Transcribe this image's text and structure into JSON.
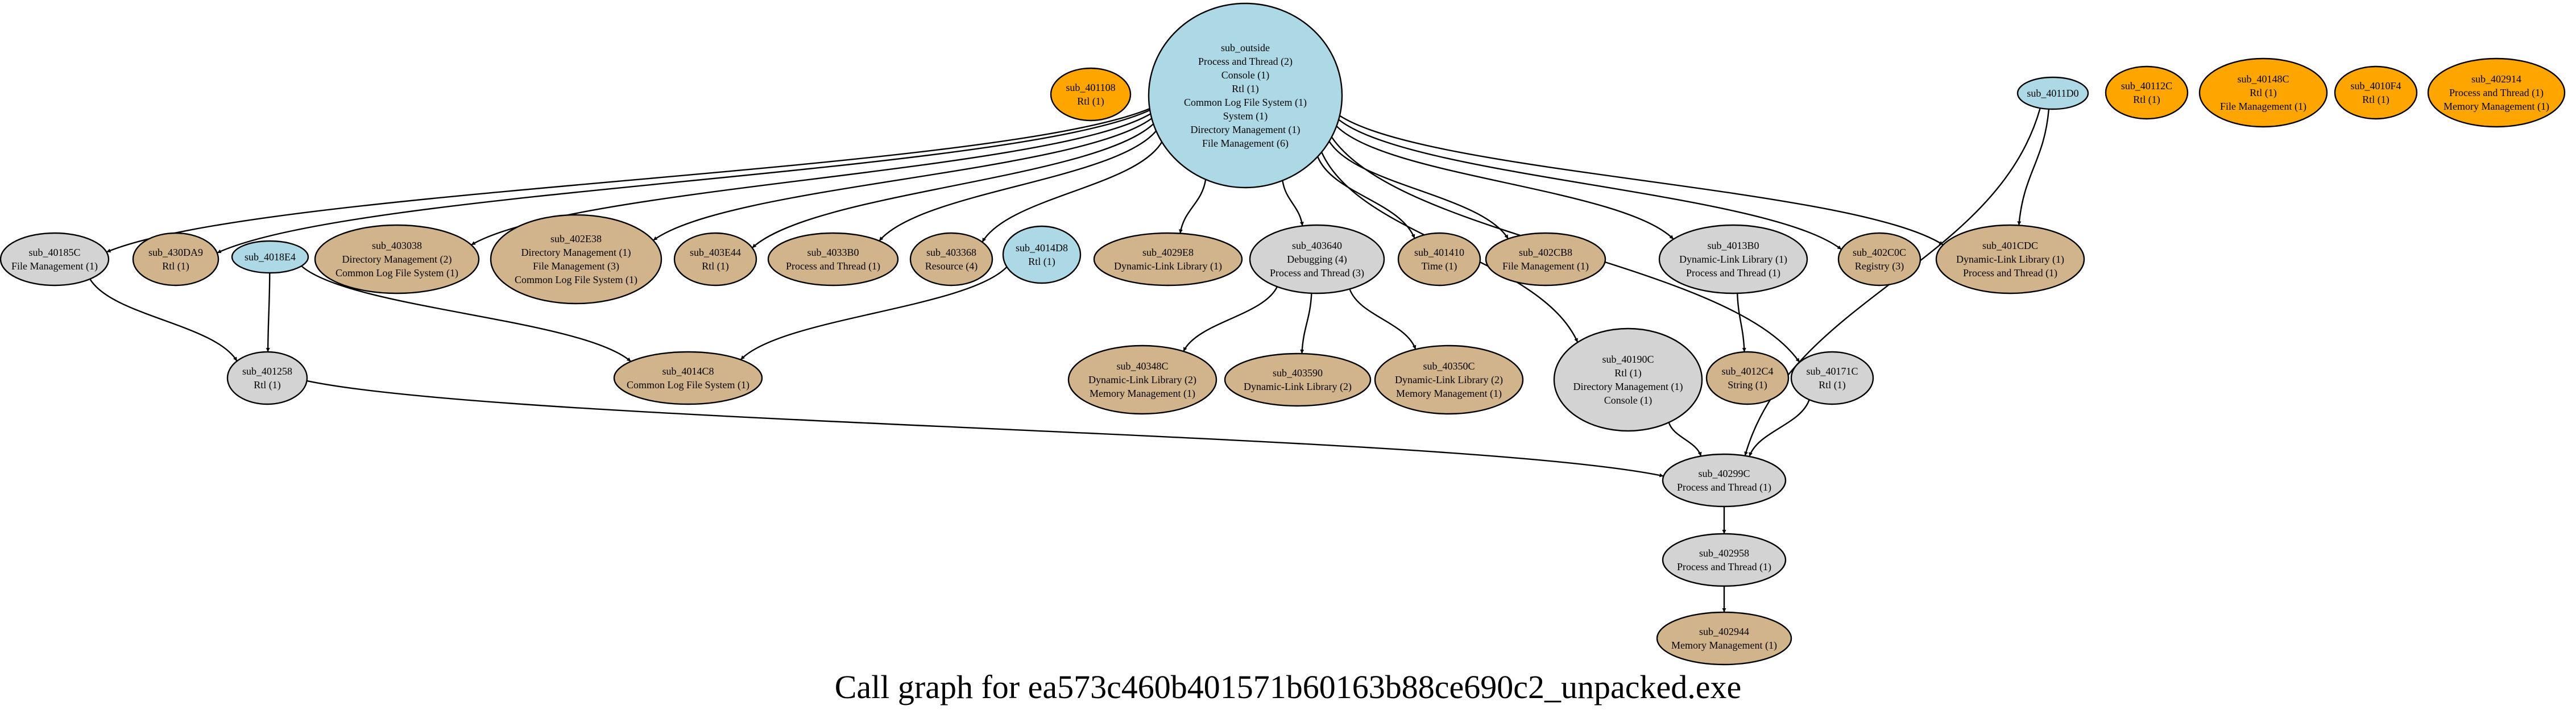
{
  "caption": "Call graph for ea573c460b401571b60163b88ce690c2_unpacked.exe",
  "colors": {
    "blue": "#add8e6",
    "tan": "#d2b48c",
    "gray": "#d3d3d3",
    "orange": "#ffa500",
    "stroke": "#000000"
  },
  "nodes": {
    "sub_outside": {
      "title": "sub_outside",
      "color": "blue",
      "lines": [
        "Process and Thread (2)",
        "Console (1)",
        "Rtl (1)",
        "Common Log File System (1)",
        "System (1)",
        "Directory Management (1)",
        "File Management (6)"
      ]
    },
    "sub_401108": {
      "title": "sub_401108",
      "color": "orange",
      "lines": [
        "Rtl (1)"
      ]
    },
    "sub_4011D0": {
      "title": "sub_4011D0",
      "color": "blue",
      "lines": []
    },
    "sub_40112C": {
      "title": "sub_40112C",
      "color": "orange",
      "lines": [
        "Rtl (1)"
      ]
    },
    "sub_40148C": {
      "title": "sub_40148C",
      "color": "orange",
      "lines": [
        "Rtl (1)",
        "File Management (1)"
      ]
    },
    "sub_4010F4": {
      "title": "sub_4010F4",
      "color": "orange",
      "lines": [
        "Rtl (1)"
      ]
    },
    "sub_402914": {
      "title": "sub_402914",
      "color": "orange",
      "lines": [
        "Process and Thread (1)",
        "Memory Management (1)"
      ]
    },
    "sub_40185C": {
      "title": "sub_40185C",
      "color": "gray",
      "lines": [
        "File Management (1)"
      ]
    },
    "sub_430DA9": {
      "title": "sub_430DA9",
      "color": "tan",
      "lines": [
        "Rtl (1)"
      ]
    },
    "sub_4018E4": {
      "title": "sub_4018E4",
      "color": "blue",
      "lines": []
    },
    "sub_403038": {
      "title": "sub_403038",
      "color": "tan",
      "lines": [
        "Directory Management (2)",
        "Common Log File System (1)"
      ]
    },
    "sub_402E38": {
      "title": "sub_402E38",
      "color": "tan",
      "lines": [
        "Directory Management (1)",
        "File Management (3)",
        "Common Log File System (1)"
      ]
    },
    "sub_403E44": {
      "title": "sub_403E44",
      "color": "tan",
      "lines": [
        "Rtl (1)"
      ]
    },
    "sub_4033B0": {
      "title": "sub_4033B0",
      "color": "tan",
      "lines": [
        "Process and Thread (1)"
      ]
    },
    "sub_403368": {
      "title": "sub_403368",
      "color": "tan",
      "lines": [
        "Resource (4)"
      ]
    },
    "sub_4014D8": {
      "title": "sub_4014D8",
      "color": "blue",
      "lines": [
        "Rtl (1)"
      ]
    },
    "sub_4029E8": {
      "title": "sub_4029E8",
      "color": "tan",
      "lines": [
        "Dynamic-Link Library (1)"
      ]
    },
    "sub_403640": {
      "title": "sub_403640",
      "color": "gray",
      "lines": [
        "Debugging (4)",
        "Process and Thread (3)"
      ]
    },
    "sub_401410": {
      "title": "sub_401410",
      "color": "tan",
      "lines": [
        "Time (1)"
      ]
    },
    "sub_402CB8": {
      "title": "sub_402CB8",
      "color": "tan",
      "lines": [
        "File Management (1)"
      ]
    },
    "sub_4013B0": {
      "title": "sub_4013B0",
      "color": "gray",
      "lines": [
        "Dynamic-Link Library (1)",
        "Process and Thread (1)"
      ]
    },
    "sub_402C0C": {
      "title": "sub_402C0C",
      "color": "tan",
      "lines": [
        "Registry (3)"
      ]
    },
    "sub_401CDC": {
      "title": "sub_401CDC",
      "color": "tan",
      "lines": [
        "Dynamic-Link Library (1)",
        "Process and Thread (1)"
      ]
    },
    "sub_401258": {
      "title": "sub_401258",
      "color": "gray",
      "lines": [
        "Rtl (1)"
      ]
    },
    "sub_4014C8": {
      "title": "sub_4014C8",
      "color": "tan",
      "lines": [
        "Common Log File System (1)"
      ]
    },
    "sub_40348C": {
      "title": "sub_40348C",
      "color": "tan",
      "lines": [
        "Dynamic-Link Library (2)",
        "Memory Management (1)"
      ]
    },
    "sub_403590": {
      "title": "sub_403590",
      "color": "tan",
      "lines": [
        "Dynamic-Link Library (2)"
      ]
    },
    "sub_40350C": {
      "title": "sub_40350C",
      "color": "tan",
      "lines": [
        "Dynamic-Link Library (2)",
        "Memory Management (1)"
      ]
    },
    "sub_40190C": {
      "title": "sub_40190C",
      "color": "gray",
      "lines": [
        "Rtl (1)",
        "Directory Management (1)",
        "Console (1)"
      ]
    },
    "sub_4012C4": {
      "title": "sub_4012C4",
      "color": "tan",
      "lines": [
        "String (1)"
      ]
    },
    "sub_40171C": {
      "title": "sub_40171C",
      "color": "gray",
      "lines": [
        "Rtl (1)"
      ]
    },
    "sub_40299C": {
      "title": "sub_40299C",
      "color": "gray",
      "lines": [
        "Process and Thread (1)"
      ]
    },
    "sub_402958": {
      "title": "sub_402958",
      "color": "gray",
      "lines": [
        "Process and Thread (1)"
      ]
    },
    "sub_402944": {
      "title": "sub_402944",
      "color": "tan",
      "lines": [
        "Memory Management (1)"
      ]
    }
  },
  "edges": [
    [
      "sub_outside",
      "sub_40185C"
    ],
    [
      "sub_outside",
      "sub_430DA9"
    ],
    [
      "sub_outside",
      "sub_403038"
    ],
    [
      "sub_outside",
      "sub_402E38"
    ],
    [
      "sub_outside",
      "sub_403E44"
    ],
    [
      "sub_outside",
      "sub_4033B0"
    ],
    [
      "sub_outside",
      "sub_403368"
    ],
    [
      "sub_outside",
      "sub_4029E8"
    ],
    [
      "sub_outside",
      "sub_403640"
    ],
    [
      "sub_outside",
      "sub_401410"
    ],
    [
      "sub_outside",
      "sub_402CB8"
    ],
    [
      "sub_outside",
      "sub_4013B0"
    ],
    [
      "sub_outside",
      "sub_402C0C"
    ],
    [
      "sub_outside",
      "sub_401CDC"
    ],
    [
      "sub_outside",
      "sub_40190C"
    ],
    [
      "sub_outside",
      "sub_40171C"
    ],
    [
      "sub_4011D0",
      "sub_401CDC"
    ],
    [
      "sub_4011D0",
      "sub_40299C"
    ],
    [
      "sub_40185C",
      "sub_401258"
    ],
    [
      "sub_4018E4",
      "sub_401258"
    ],
    [
      "sub_4018E4",
      "sub_4014C8"
    ],
    [
      "sub_4014D8",
      "sub_4014C8"
    ],
    [
      "sub_403640",
      "sub_40348C"
    ],
    [
      "sub_403640",
      "sub_403590"
    ],
    [
      "sub_403640",
      "sub_40350C"
    ],
    [
      "sub_4013B0",
      "sub_4012C4"
    ],
    [
      "sub_401258",
      "sub_40299C"
    ],
    [
      "sub_40190C",
      "sub_40299C"
    ],
    [
      "sub_40171C",
      "sub_40299C"
    ],
    [
      "sub_40299C",
      "sub_402958"
    ],
    [
      "sub_402958",
      "sub_402944"
    ]
  ]
}
